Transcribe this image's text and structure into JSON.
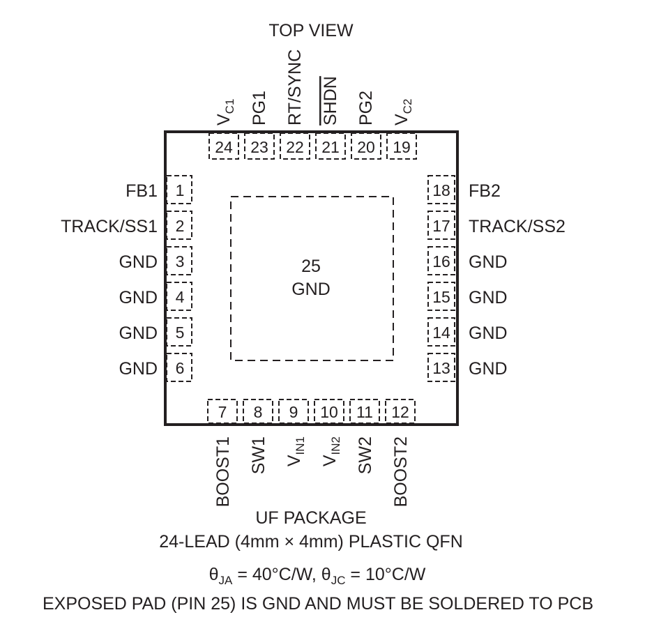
{
  "title": "TOP VIEW",
  "package": {
    "name": "UF PACKAGE",
    "description": "24-LEAD (4mm × 4mm) PLASTIC QFN"
  },
  "thermal": {
    "ja_prefix": "θ",
    "ja_sub": "JA",
    "ja_value": " = 40°C/W, ",
    "jc_prefix": "θ",
    "jc_sub": "JC",
    "jc_value": " = 10°C/W"
  },
  "note": "EXPOSED PAD (PIN 25) IS GND AND MUST BE SOLDERED TO PCB",
  "exposed_pad": {
    "number": "25",
    "name": "GND"
  },
  "pins": {
    "left": [
      {
        "num": "1",
        "name": "FB1"
      },
      {
        "num": "2",
        "name": "TRACK/SS1"
      },
      {
        "num": "3",
        "name": "GND"
      },
      {
        "num": "4",
        "name": "GND"
      },
      {
        "num": "5",
        "name": "GND"
      },
      {
        "num": "6",
        "name": "GND"
      }
    ],
    "bottom": [
      {
        "num": "7",
        "name": "BOOST1",
        "sub": ""
      },
      {
        "num": "8",
        "name": "SW1",
        "sub": ""
      },
      {
        "num": "9",
        "name": "V",
        "sub": "IN1"
      },
      {
        "num": "10",
        "name": "V",
        "sub": "IN2"
      },
      {
        "num": "11",
        "name": "SW2",
        "sub": ""
      },
      {
        "num": "12",
        "name": "BOOST2",
        "sub": ""
      }
    ],
    "right": [
      {
        "num": "18",
        "name": "FB2"
      },
      {
        "num": "17",
        "name": "TRACK/SS2"
      },
      {
        "num": "16",
        "name": "GND"
      },
      {
        "num": "15",
        "name": "GND"
      },
      {
        "num": "14",
        "name": "GND"
      },
      {
        "num": "13",
        "name": "GND"
      }
    ],
    "top": [
      {
        "num": "24",
        "name": "V",
        "sub": "C1",
        "overline": false
      },
      {
        "num": "23",
        "name": "PG1",
        "sub": "",
        "overline": false
      },
      {
        "num": "22",
        "name": "RT/SYNC",
        "sub": "",
        "overline": false
      },
      {
        "num": "21",
        "name": "SHDN",
        "sub": "",
        "overline": true
      },
      {
        "num": "20",
        "name": "PG2",
        "sub": "",
        "overline": false
      },
      {
        "num": "19",
        "name": "V",
        "sub": "C2",
        "overline": false
      }
    ]
  }
}
